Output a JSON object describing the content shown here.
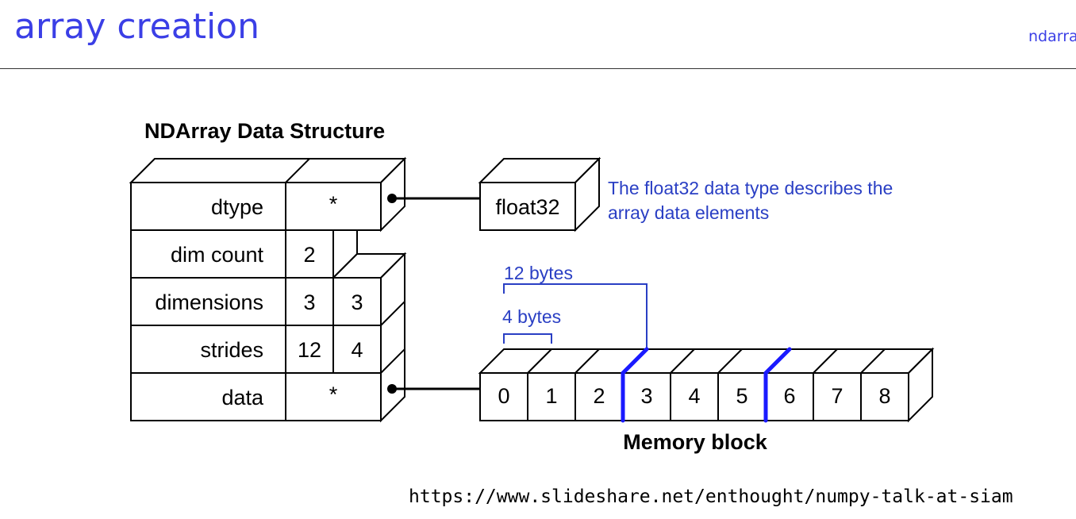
{
  "header": {
    "title": "array creation",
    "section": "ndarray"
  },
  "diagram": {
    "heading": "NDArray Data Structure",
    "struct_rows": [
      {
        "label": "dtype",
        "cells": [
          "*"
        ]
      },
      {
        "label": "dim count",
        "cells": [
          "2"
        ]
      },
      {
        "label": "dimensions",
        "cells": [
          "3",
          "3"
        ]
      },
      {
        "label": "strides",
        "cells": [
          "12",
          "4"
        ]
      },
      {
        "label": "data",
        "cells": [
          "*"
        ]
      }
    ],
    "dtype_box": "float32",
    "dtype_note": [
      "The float32 data type describes the",
      "array data elements"
    ],
    "stride_labels": {
      "large": "12 bytes",
      "small": "4 bytes"
    },
    "memory_cells": [
      "0",
      "1",
      "2",
      "3",
      "4",
      "5",
      "6",
      "7",
      "8"
    ],
    "memory_label": "Memory block",
    "colors": {
      "annotation": "#2a3fc4",
      "row_separator": "#1a1aff",
      "ink": "#000000"
    }
  },
  "source": "https://www.slideshare.net/enthought/numpy-talk-at-siam"
}
